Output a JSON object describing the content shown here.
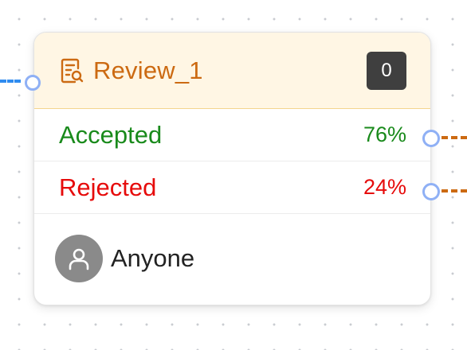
{
  "node": {
    "title": "Review_1",
    "count": "0",
    "icon": "review-document-icon",
    "header_color": "#cc6a12"
  },
  "outcomes": [
    {
      "label": "Accepted",
      "percent": "76%",
      "color": "#198a1b"
    },
    {
      "label": "Rejected",
      "percent": "24%",
      "color": "#e60b0b"
    }
  ],
  "assignee": {
    "name": "Anyone",
    "icon": "user-avatar-icon"
  },
  "edges": {
    "incoming_color": "#2f8cf0",
    "outgoing_color": "#cc6a12"
  }
}
